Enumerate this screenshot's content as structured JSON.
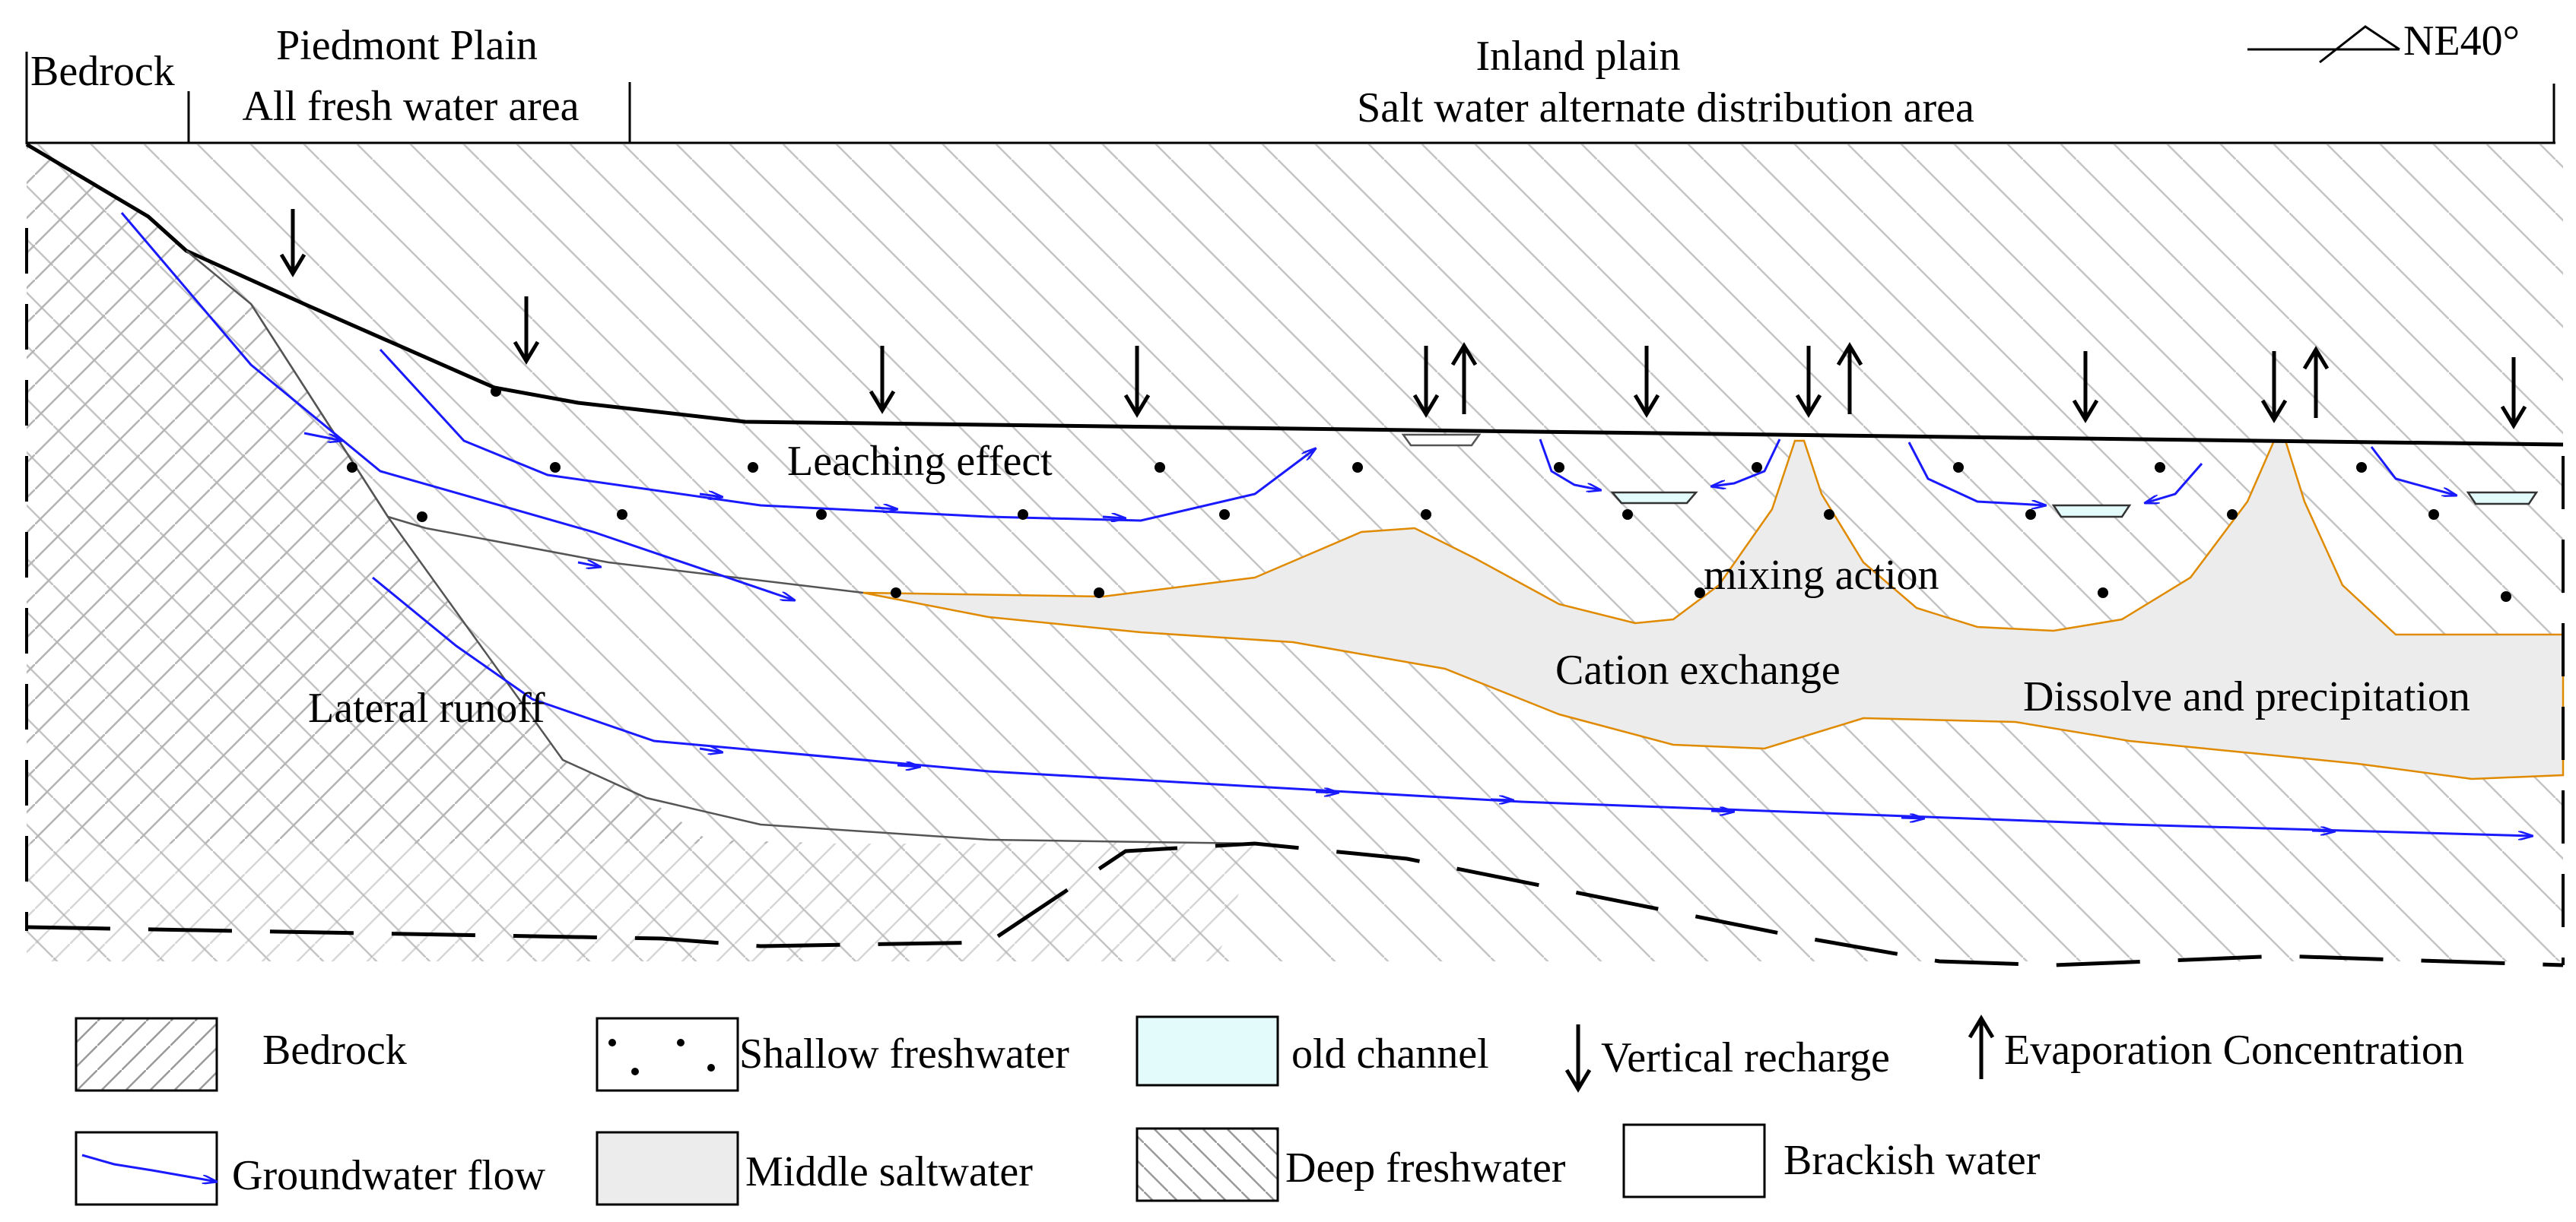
{
  "header": {
    "bedrock": "Bedrock",
    "piedmont_title": "Piedmont Plain",
    "piedmont_sub": "All fresh water area",
    "inland_title": "Inland plain",
    "inland_sub": "Salt water alternate distribution area",
    "orientation": "NE40°"
  },
  "annotations": {
    "leaching": "Leaching effect",
    "mixing": "mixing action",
    "cation": "Cation exchange",
    "dissolve": "Dissolve and precipitation",
    "lateral": "Lateral runoff"
  },
  "legend": {
    "bedrock": "Bedrock",
    "shallow": "Shallow freshwater",
    "channel": "old channel",
    "recharge": "Vertical recharge",
    "evaporation": "Evaporation Concentration",
    "flow": "Groundwater flow",
    "middle_salt": "Middle saltwater",
    "deep": "Deep freshwater",
    "brackish": "Brackish water"
  },
  "colors": {
    "flow": "#1a1aff",
    "salt_fill": "#ececec",
    "salt_edge": "#e08a00",
    "channel": "#e3fbfb",
    "hatch": "#b8b8b8"
  }
}
